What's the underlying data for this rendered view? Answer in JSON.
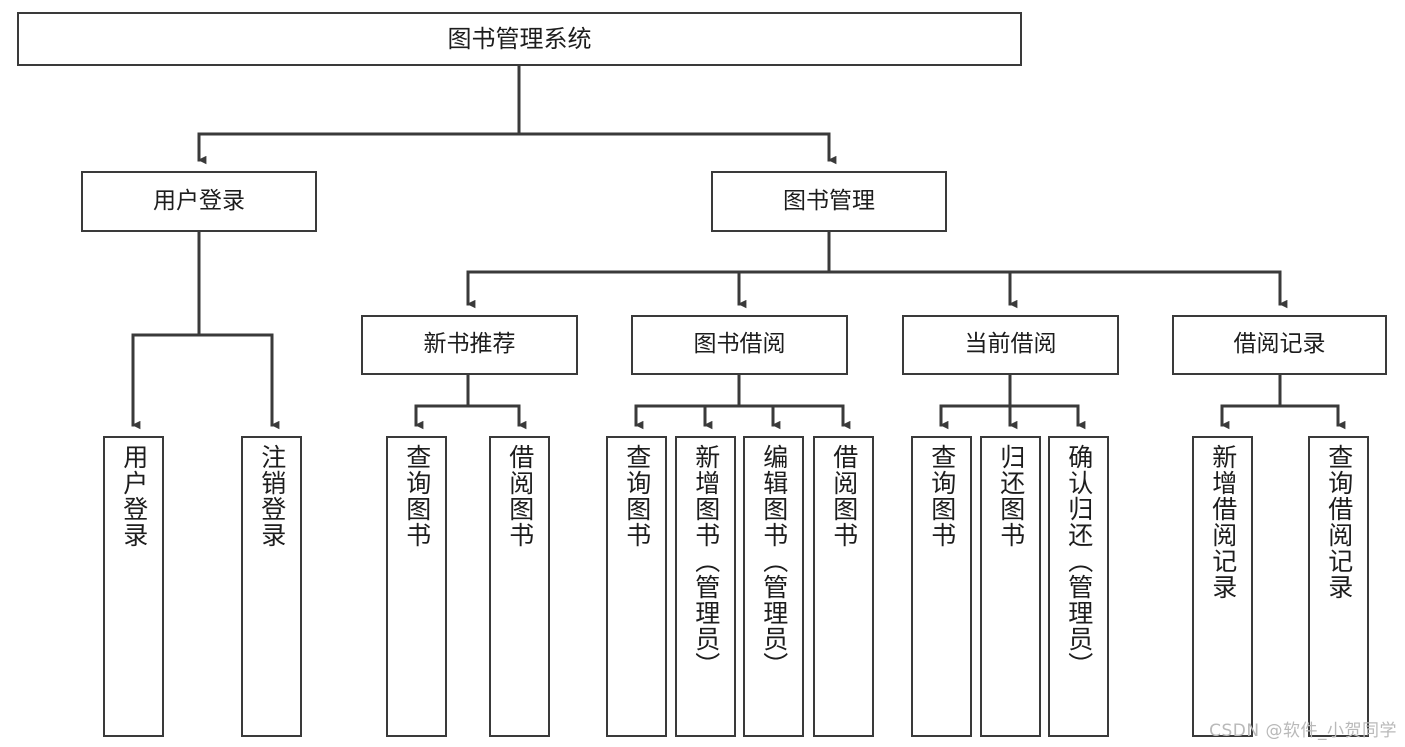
{
  "diagram": {
    "title": "图书管理系统",
    "type": "tree-hierarchy",
    "watermark": "CSDN @软件_小贺同学",
    "colors": {
      "border": "#3a3a3a",
      "text": "#1d1d1d",
      "background": "#ffffff",
      "edge": "#3a3a3a",
      "watermark": "#b9b9b9"
    },
    "root": {
      "label": "图书管理系统"
    },
    "level2": [
      {
        "label": "用户登录"
      },
      {
        "label": "图书管理"
      }
    ],
    "level3": [
      {
        "label": "新书推荐"
      },
      {
        "label": "图书借阅"
      },
      {
        "label": "当前借阅"
      },
      {
        "label": "借阅记录"
      }
    ],
    "leaves": {
      "user_login": [
        {
          "label": "用户登录"
        },
        {
          "label": "注销登录"
        }
      ],
      "new_book_recommend": [
        {
          "label": "查询图书"
        },
        {
          "label": "借阅图书"
        }
      ],
      "book_borrow": [
        {
          "label": "查询图书"
        },
        {
          "label": "新增图书（管理员）"
        },
        {
          "label": "编辑图书（管理员）"
        },
        {
          "label": "借阅图书"
        }
      ],
      "current_borrow": [
        {
          "label": "查询图书"
        },
        {
          "label": "归还图书"
        },
        {
          "label": "确认归还（管理员）"
        }
      ],
      "borrow_record": [
        {
          "label": "新增借阅记录"
        },
        {
          "label": "查询借阅记录"
        }
      ]
    }
  }
}
